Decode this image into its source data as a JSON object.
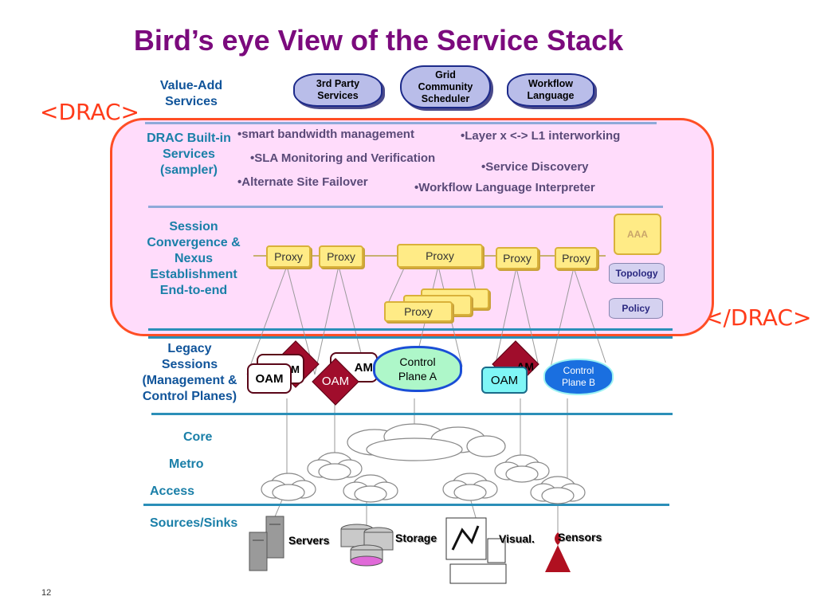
{
  "title": "Bird’s eye View of the Service Stack",
  "value_add": {
    "label_line1": "Value-Add",
    "label_line2": "Services",
    "pills": [
      {
        "line1": "3rd Party",
        "line2": "Services"
      },
      {
        "line1": "Grid",
        "line2": "Community",
        "line3": "Scheduler"
      },
      {
        "line1": "Workflow",
        "line2": "Language"
      }
    ]
  },
  "drac_open": "<DRAC>",
  "drac_close": "</DRAC>",
  "builtin": {
    "label_line1": "DRAC Built-in",
    "label_line2": "Services",
    "label_line3": "(sampler)",
    "bullets": [
      "•smart bandwidth management",
      "•Layer x <-> L1 interworking",
      "•SLA Monitoring and Verification",
      "•Service Discovery",
      "•Alternate Site Failover",
      "•Workflow Language Interpreter"
    ]
  },
  "session": {
    "label_lines": [
      "Session",
      "Convergence &",
      "Nexus",
      "Establishment",
      "End-to-end"
    ],
    "proxy": "Proxy",
    "aaa": "AAA",
    "topology": "Topology",
    "policy": "Policy"
  },
  "legacy": {
    "label_lines": [
      "Legacy",
      "Sessions",
      "(Management &",
      "Control Planes)"
    ],
    "oam": "OAM",
    "oam_partial": "M",
    "oam_partial2": "AM",
    "cp_a_line1": "Control",
    "cp_a_line2": "Plane A",
    "cp_b_line1": "Control",
    "cp_b_line2": "Plane B"
  },
  "network": {
    "core": "Core",
    "metro": "Metro",
    "access": "Access",
    "sources": "Sources/Sinks"
  },
  "devices": {
    "servers": "Servers",
    "storage": "Storage",
    "visual": "Visual.",
    "sensors": "Sensors"
  },
  "page_number": "12",
  "colors": {
    "title": "#7b0a7d",
    "drac": "#ff3b1a",
    "label": "#1a7fa8",
    "line": "#2b8fb8"
  }
}
